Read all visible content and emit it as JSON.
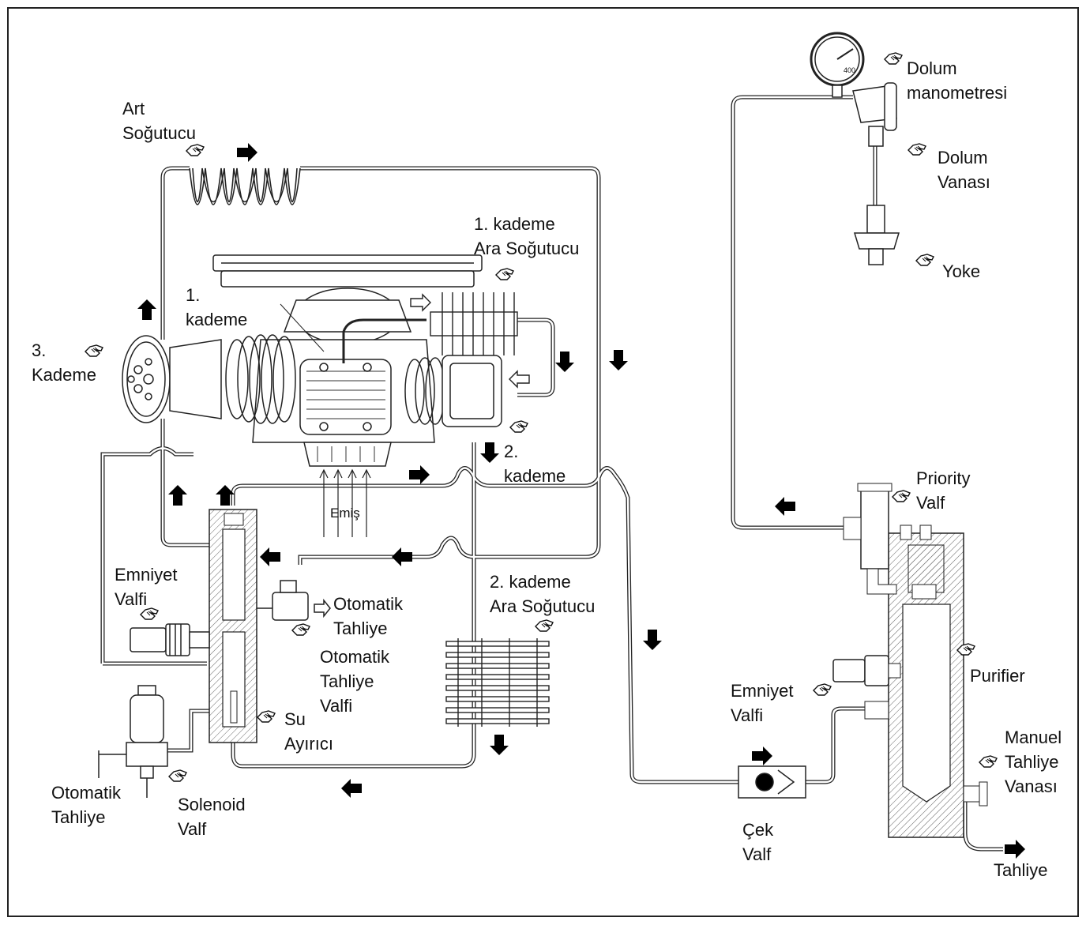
{
  "labels": {
    "art_sogutucu": [
      "Art",
      "Soğutucu"
    ],
    "kademe1_ara_sogutucu": [
      "1. kademe",
      "Ara Soğutucu"
    ],
    "kademe1": [
      "1.",
      "kademe"
    ],
    "kademe3": [
      "3.",
      "Kademe"
    ],
    "kademe2": [
      "2.",
      "kademe"
    ],
    "emis": "Emiş",
    "emniyet_valfi_left": [
      "Emniyet",
      "Valfi"
    ],
    "otomatik_tahliye_outlet": [
      "Otomatik",
      "Tahliye"
    ],
    "otomatik_tahliye_valfi": [
      "Otomatik",
      "Tahliye",
      "Valfi"
    ],
    "su_ayirici": [
      "Su",
      "Ayırıcı"
    ],
    "kademe2_ara_sogutucu": [
      "2. kademe",
      "Ara Soğutucu"
    ],
    "otomatik_tahliye_bottom": [
      "Otomatik",
      "Tahliye"
    ],
    "solenoid_valf": [
      "Solenoid",
      "Valf"
    ],
    "dolum_manometresi": [
      "Dolum",
      "manometresi"
    ],
    "dolum_vanasi": [
      "Dolum",
      "Vanası"
    ],
    "yoke": "Yoke",
    "priority_valf": [
      "Priority",
      "Valf"
    ],
    "purifier": "Purifier",
    "emniyet_valfi_right": [
      "Emniyet",
      "Valfi"
    ],
    "manuel_tahliye_vanasi": [
      "Manuel",
      "Tahliye",
      "Vanası"
    ],
    "cek_valf": [
      "Çek",
      "Valf"
    ],
    "tahliye_right": "Tahliye",
    "gauge_text": "400"
  },
  "colors": {
    "line": "#222222",
    "arrow": "#000000",
    "hatch": "#555555",
    "background": "#ffffff"
  },
  "icons": [
    "hand-pointer-icon",
    "flow-arrow-icon",
    "pressure-gauge-icon"
  ]
}
